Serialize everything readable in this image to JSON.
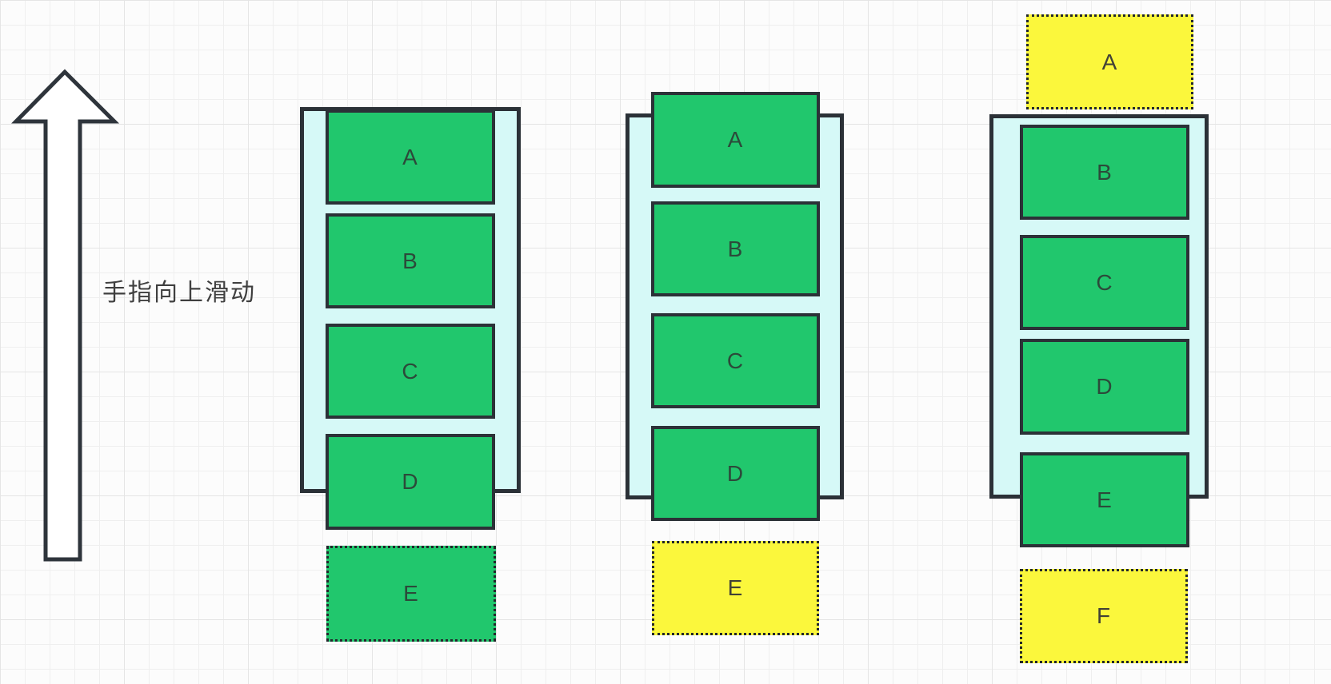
{
  "annotation": {
    "text": "手指向上滑动",
    "direction": "up"
  },
  "colors": {
    "background": "#fcfcfc",
    "grid_line": "#efefef",
    "grid_line_major": "#e5e5e5",
    "viewport_cyan": "#d6f9f7",
    "item_green": "#21c76d",
    "recycled_yellow": "#fbf73c",
    "outline_dark": "#2b3137"
  },
  "columns": [
    {
      "id": "state-1",
      "items": [
        {
          "label": "A",
          "variant": "solid-green"
        },
        {
          "label": "B",
          "variant": "solid-green"
        },
        {
          "label": "C",
          "variant": "solid-green"
        },
        {
          "label": "D",
          "variant": "solid-green"
        },
        {
          "label": "E",
          "variant": "dotted-green"
        }
      ]
    },
    {
      "id": "state-2",
      "items": [
        {
          "label": "A",
          "variant": "solid-green"
        },
        {
          "label": "B",
          "variant": "solid-green"
        },
        {
          "label": "C",
          "variant": "solid-green"
        },
        {
          "label": "D",
          "variant": "solid-green"
        },
        {
          "label": "E",
          "variant": "dotted-yellow"
        }
      ]
    },
    {
      "id": "state-3",
      "items": [
        {
          "label": "A",
          "variant": "dotted-yellow"
        },
        {
          "label": "B",
          "variant": "solid-green"
        },
        {
          "label": "C",
          "variant": "solid-green"
        },
        {
          "label": "D",
          "variant": "solid-green"
        },
        {
          "label": "E",
          "variant": "solid-green"
        },
        {
          "label": "F",
          "variant": "dotted-yellow"
        }
      ]
    }
  ]
}
